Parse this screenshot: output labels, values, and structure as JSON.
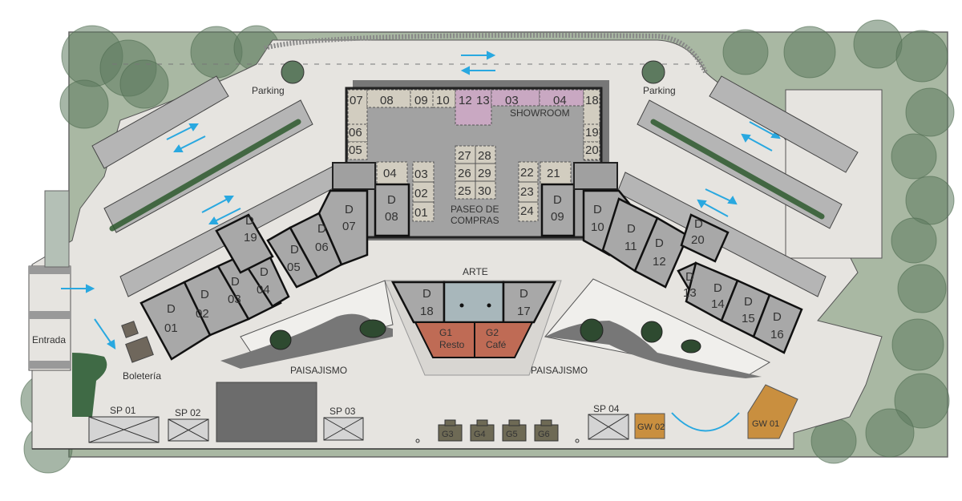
{
  "colors": {
    "grass": "#a9b8a3",
    "tree": "#5d7a5f",
    "ground": "#e6e4e0",
    "building_gray": "#a8a8a8",
    "stall": "#d2cdc0",
    "showroom": "#c9a8c2",
    "art": "#a8b7bb",
    "food": "#bf6b55",
    "gw": "#c98f3f",
    "garage": "#6e6a55",
    "arrow": "#29a8e0",
    "hedge": "#2e5a2e"
  },
  "labels": {
    "parking_left": "Parking",
    "parking_right": "Parking",
    "entrada": "Entrada",
    "boleteria": "Boletería",
    "showroom": "SHOWROOM",
    "paseo_line1": "PASEO DE",
    "paseo_line2": "COMPRAS",
    "arte": "ARTE",
    "paisajismo_left": "PAISAJISMO",
    "paisajismo_right": "PAISAJISMO"
  },
  "central_hall": {
    "top_row": [
      "07",
      "08",
      "09",
      "10",
      "12",
      "13",
      "03",
      "04",
      "18"
    ],
    "left_col": [
      "06",
      "05"
    ],
    "right_col": [
      "19",
      "20"
    ],
    "inner_left": [
      "04"
    ],
    "inner_right": [
      "21"
    ],
    "col_a": [
      "03",
      "02",
      "01"
    ],
    "col_b": [
      "22",
      "23",
      "24"
    ],
    "center_grid": [
      "27",
      "28",
      "26",
      "29",
      "25",
      "30"
    ]
  },
  "departments": {
    "d01": {
      "line1": "D",
      "line2": "01"
    },
    "d02": {
      "line1": "D",
      "line2": "02"
    },
    "d03": {
      "line1": "D",
      "line2": "03"
    },
    "d04": {
      "line1": "D",
      "line2": "04"
    },
    "d05": {
      "line1": "D",
      "line2": "05"
    },
    "d06": {
      "line1": "D",
      "line2": "06"
    },
    "d07": {
      "line1": "D",
      "line2": "07"
    },
    "d08": {
      "line1": "D",
      "line2": "08"
    },
    "d09": {
      "line1": "D",
      "line2": "09"
    },
    "d10": {
      "line1": "D",
      "line2": "10"
    },
    "d11": {
      "line1": "D",
      "line2": "11"
    },
    "d12": {
      "line1": "D",
      "line2": "12"
    },
    "d13": {
      "line1": "D",
      "line2": "13"
    },
    "d14": {
      "line1": "D",
      "line2": "14"
    },
    "d15": {
      "line1": "D",
      "line2": "15"
    },
    "d16": {
      "line1": "D",
      "line2": "16"
    },
    "d17": {
      "line1": "D",
      "line2": "17"
    },
    "d18": {
      "line1": "D",
      "line2": "18"
    },
    "d19": {
      "line1": "D",
      "line2": "19"
    },
    "d20": {
      "line1": "D",
      "line2": "20"
    }
  },
  "gastro": {
    "g1": {
      "line1": "G1",
      "line2": "Resto"
    },
    "g2": {
      "line1": "G2",
      "line2": "Café"
    }
  },
  "garages": [
    "G3",
    "G4",
    "G5",
    "G6"
  ],
  "service_points": [
    "SP 01",
    "SP 02",
    "SP 03",
    "SP 04"
  ],
  "gateways": [
    "GW 02",
    "GW 01"
  ]
}
